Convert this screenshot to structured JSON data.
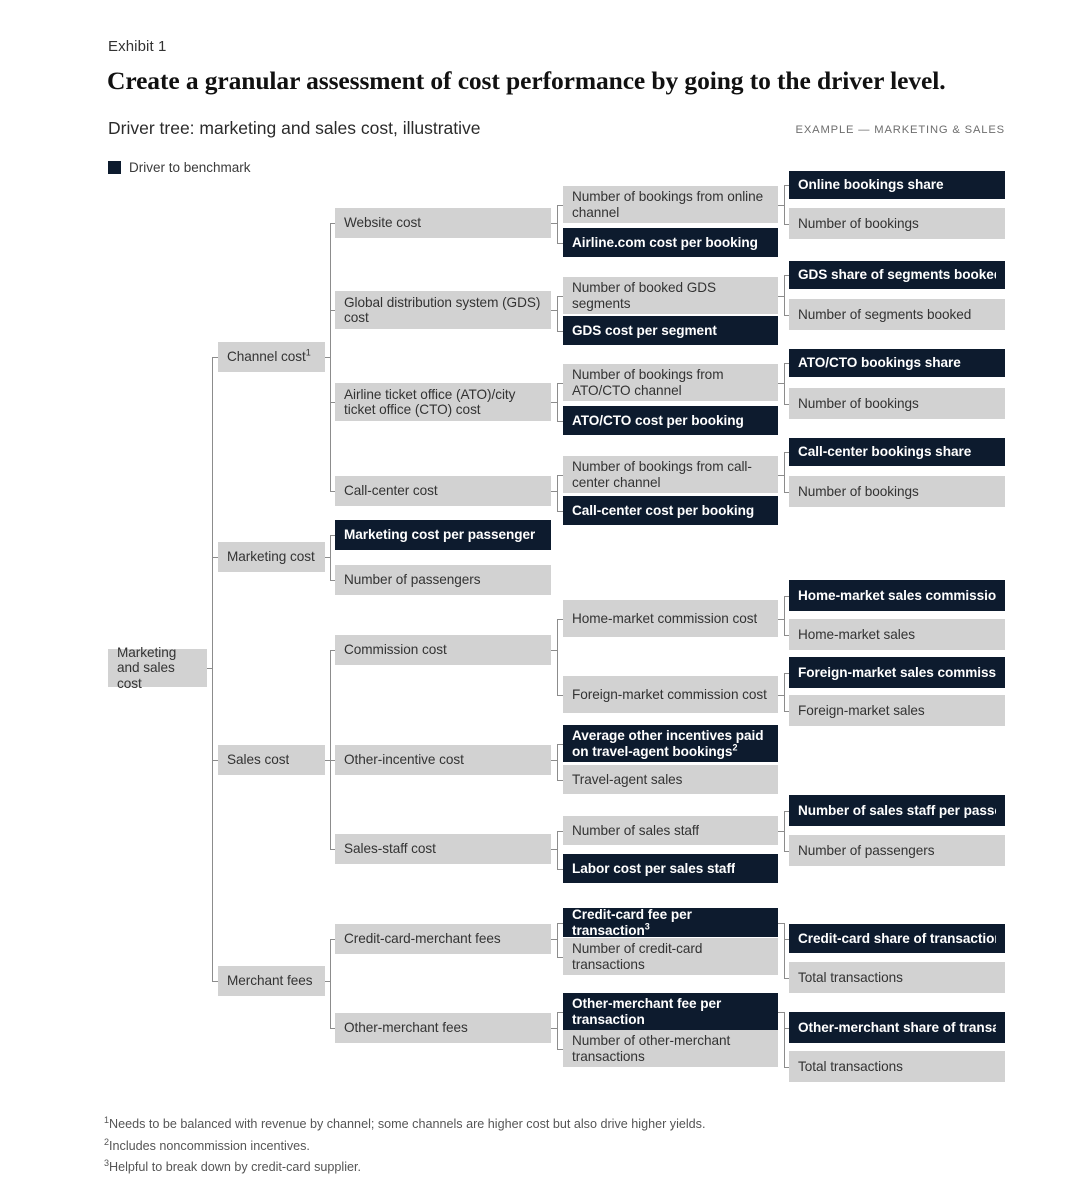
{
  "header": {
    "exhibit_label": "Exhibit 1",
    "headline": "Create a granular assessment of cost performance by going to the driver level.",
    "subhead": "Driver tree: marketing and sales cost, illustrative",
    "example_tag": "EXAMPLE — MARKETING & SALES"
  },
  "legend": {
    "swatch_color": "#0d1b2e",
    "label": "Driver to benchmark"
  },
  "colors": {
    "benchmark_fill": "#0d1b2e",
    "node_fill": "#d2d2d2",
    "connector": "#8c8c8c",
    "page_background": "#ffffff"
  },
  "tree": {
    "root": {
      "label": "Marketing and sales cost",
      "type": "node"
    },
    "level1": [
      {
        "label": "Channel cost",
        "footnote": "1",
        "type": "node"
      },
      {
        "label": "Marketing cost",
        "type": "node"
      },
      {
        "label": "Sales cost",
        "type": "node"
      },
      {
        "label": "Merchant fees",
        "type": "node"
      }
    ],
    "level2": [
      {
        "label": "Website cost",
        "type": "node"
      },
      {
        "label": "Global distribution system (GDS) cost",
        "type": "node"
      },
      {
        "label": "Airline ticket office (ATO)/city ticket office (CTO) cost",
        "type": "node"
      },
      {
        "label": "Call-center cost",
        "type": "node"
      },
      {
        "label": "Marketing cost per passenger",
        "type": "benchmark"
      },
      {
        "label": "Number of passengers",
        "type": "node"
      },
      {
        "label": "Commission cost",
        "type": "node"
      },
      {
        "label": "Other-incentive cost",
        "type": "node"
      },
      {
        "label": "Sales-staff cost",
        "type": "node"
      },
      {
        "label": "Credit-card-merchant fees",
        "type": "node"
      },
      {
        "label": "Other-merchant fees",
        "type": "node"
      }
    ],
    "level3": [
      {
        "label": "Number of bookings from online channel",
        "type": "node"
      },
      {
        "label": "Airline.com cost per booking",
        "type": "benchmark"
      },
      {
        "label": "Number of booked GDS segments",
        "type": "node"
      },
      {
        "label": "GDS cost per segment",
        "type": "benchmark"
      },
      {
        "label": "Number of bookings from ATO/CTO channel",
        "type": "node"
      },
      {
        "label": "ATO/CTO cost per booking",
        "type": "benchmark"
      },
      {
        "label": "Number of bookings from call-center channel",
        "type": "node"
      },
      {
        "label": "Call-center cost per booking",
        "type": "benchmark"
      },
      {
        "label": "Home-market commission cost",
        "type": "node"
      },
      {
        "label": "Foreign-market commission cost",
        "type": "node"
      },
      {
        "label": "Average other incentives paid on travel-agent bookings",
        "footnote": "2",
        "type": "benchmark"
      },
      {
        "label": "Travel-agent sales",
        "type": "node"
      },
      {
        "label": "Number of sales staff",
        "type": "node"
      },
      {
        "label": "Labor cost per sales staff",
        "type": "benchmark"
      },
      {
        "label": "Credit-card fee per transaction",
        "footnote": "3",
        "type": "benchmark"
      },
      {
        "label": "Number of credit-card transactions",
        "type": "node"
      },
      {
        "label": "Other-merchant fee per transaction",
        "type": "benchmark"
      },
      {
        "label": "Number of other-merchant transactions",
        "type": "node"
      }
    ],
    "level4": [
      {
        "label": "Online bookings share",
        "type": "benchmark"
      },
      {
        "label": "Number of bookings",
        "type": "node"
      },
      {
        "label": "GDS share of segments booked",
        "type": "benchmark"
      },
      {
        "label": "Number of segments booked",
        "type": "node"
      },
      {
        "label": "ATO/CTO bookings share",
        "type": "benchmark"
      },
      {
        "label": "Number of bookings",
        "type": "node"
      },
      {
        "label": "Call-center bookings share",
        "type": "benchmark"
      },
      {
        "label": "Number of bookings",
        "type": "node"
      },
      {
        "label": "Home-market sales commission",
        "type": "benchmark"
      },
      {
        "label": "Home-market sales",
        "type": "node"
      },
      {
        "label": "Foreign-market sales commission",
        "type": "benchmark"
      },
      {
        "label": "Foreign-market sales",
        "type": "node"
      },
      {
        "label": "Number of sales staff per passenger",
        "type": "benchmark"
      },
      {
        "label": "Number of passengers",
        "type": "node"
      },
      {
        "label": "Credit-card share of transactions",
        "type": "benchmark"
      },
      {
        "label": "Total transactions",
        "type": "node"
      },
      {
        "label": "Other-merchant share of transactions",
        "type": "benchmark"
      },
      {
        "label": "Total transactions",
        "type": "node"
      }
    ]
  },
  "footnotes": [
    {
      "marker": "1",
      "text": "Needs to be balanced with revenue by channel; some channels are higher cost but also drive higher yields."
    },
    {
      "marker": "2",
      "text": "Includes noncommission incentives."
    },
    {
      "marker": "3",
      "text": "Helpful to break down by credit-card supplier."
    }
  ]
}
